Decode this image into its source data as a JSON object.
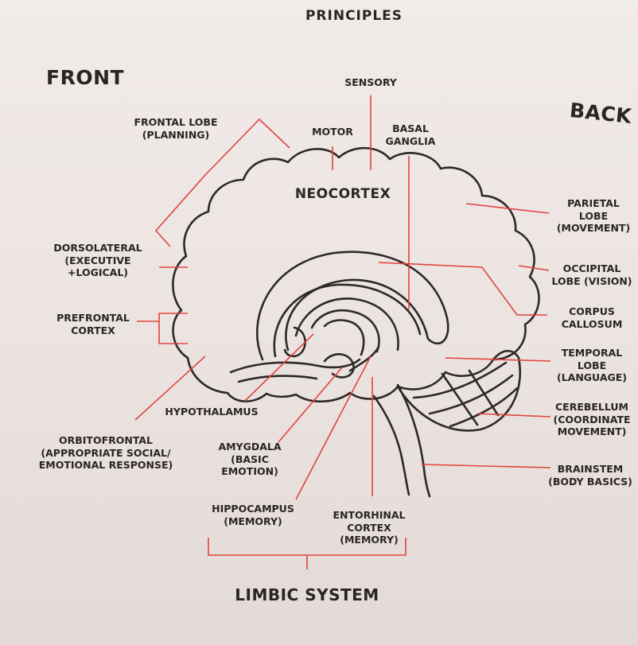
{
  "header": {
    "running_title": "PRINCIPLES"
  },
  "orientation": {
    "front": "FRONT",
    "back": "BACK"
  },
  "regions": {
    "neocortex": "NEOCORTEX",
    "sensory": "SENSORY",
    "motor": "MOTOR",
    "basal_ganglia": "BASAL\nGANGLIA",
    "frontal_lobe": "FRONTAL LOBE\n(PLANNING)",
    "dorsolateral": "DORSOLATERAL\n(EXECUTIVE\n+LOGICAL)",
    "prefrontal": "PREFRONTAL\nCORTEX",
    "orbitofrontal": "ORBITOFRONTAL\n(APPROPRIATE SOCIAL/\nEMOTIONAL RESPONSE)",
    "hypothalamus": "HYPOTHALAMUS",
    "amygdala": "AMYGDALA\n(BASIC\nEMOTION)",
    "hippocampus": "HIPPOCAMPUS\n(MEMORY)",
    "entorhinal": "ENTORHINAL\nCORTEX\n(MEMORY)",
    "parietal": "PARIETAL\nLOBE\n(MOVEMENT)",
    "occipital": "OCCIPITAL\nLOBE (VISION)",
    "corpus_callosum": "CORPUS\nCALLOSUM",
    "temporal": "TEMPORAL\nLOBE\n(LANGUAGE)",
    "cerebellum": "CEREBELLUM\n(COORDINATE\nMOVEMENT)",
    "brainstem": "BRAINSTEM\n(BODY BASICS)"
  },
  "group": {
    "limbic_system": "LIMBIC SYSTEM"
  },
  "colors": {
    "pointer_lines": "#e0443f",
    "outline": "#2e2828",
    "text": "#2a2424",
    "paper": "#ece5e2"
  }
}
